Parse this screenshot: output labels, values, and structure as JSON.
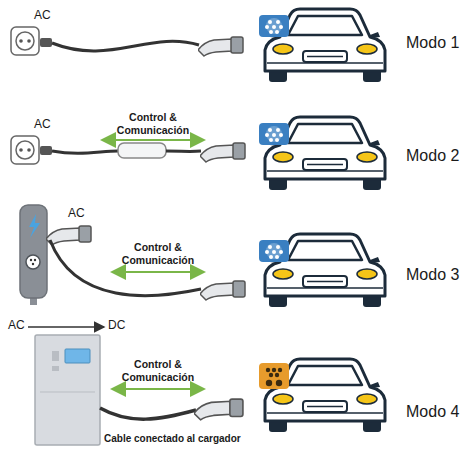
{
  "diagram": {
    "labels": [
      "AC",
      "Modo 1",
      "AC",
      "Control & Comunicación",
      "Modo 2",
      "AC",
      "Control & Comunicación",
      "Modo 3",
      "AC",
      "DC",
      "Control & Comunicación",
      "Modo 4",
      "Cable conectado al cargador"
    ]
  }
}
